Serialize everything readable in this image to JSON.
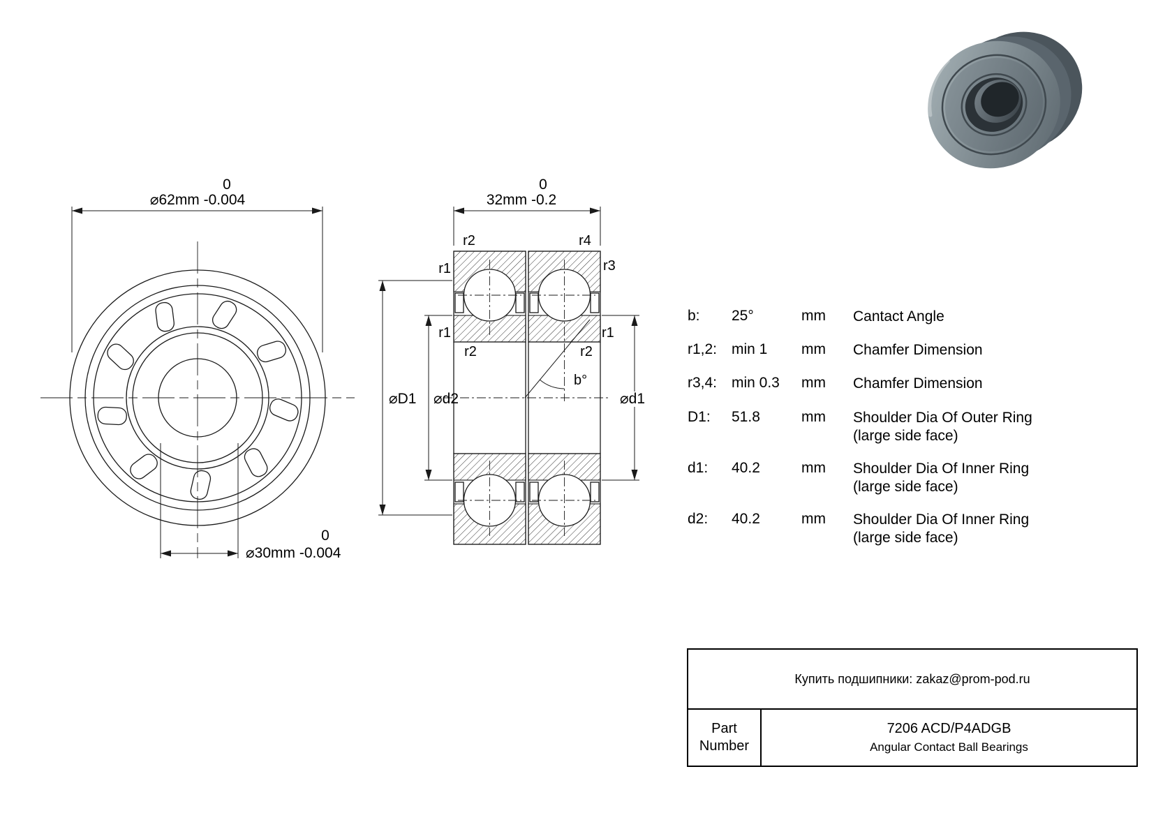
{
  "front_view": {
    "outer_dim_zero": "0",
    "outer_dim": "⌀62mm -0.004",
    "bore_dim_zero": "0",
    "bore_dim": "⌀30mm -0.004"
  },
  "section_view": {
    "width_dim_zero": "0",
    "width_dim": "32mm -0.2",
    "r1_top_left": "r1",
    "r2_top_left": "r2",
    "r3_top_right": "r3",
    "r4_top_right": "r4",
    "r1_mid_left": "r1",
    "r2_low_left": "r2",
    "r1_mid_right": "r1",
    "r2_low_right": "r2",
    "angle_label": "b°",
    "dim_D1": "⌀D1",
    "dim_d2": "⌀d2",
    "dim_d1": "⌀d1"
  },
  "spec_table": {
    "rows": [
      {
        "param": "b:",
        "value": "25°",
        "unit": "mm",
        "desc": "Cantact Angle",
        "desc2": ""
      },
      {
        "param": "r1,2:",
        "value": "min 1",
        "unit": "mm",
        "desc": "Chamfer Dimension",
        "desc2": ""
      },
      {
        "param": "r3,4:",
        "value": "min 0.3",
        "unit": "mm",
        "desc": "Chamfer Dimension",
        "desc2": ""
      },
      {
        "param": "D1:",
        "value": "51.8",
        "unit": "mm",
        "desc": "Shoulder Dia Of Outer Ring",
        "desc2": "(large side face)"
      },
      {
        "param": "d1:",
        "value": "40.2",
        "unit": "mm",
        "desc": "Shoulder Dia Of Inner Ring",
        "desc2": "(large side face)"
      },
      {
        "param": "d2:",
        "value": "40.2",
        "unit": "mm",
        "desc": "Shoulder Dia Of Inner Ring",
        "desc2": "(large side face)"
      }
    ]
  },
  "title_block": {
    "contact": "Купить подшипники: zakaz@prom-pod.ru",
    "part_label_line1": "Part",
    "part_label_line2": "Number",
    "part_number": "7206 ACD/P4ADGB",
    "part_type": "Angular Contact Ball Bearings"
  }
}
